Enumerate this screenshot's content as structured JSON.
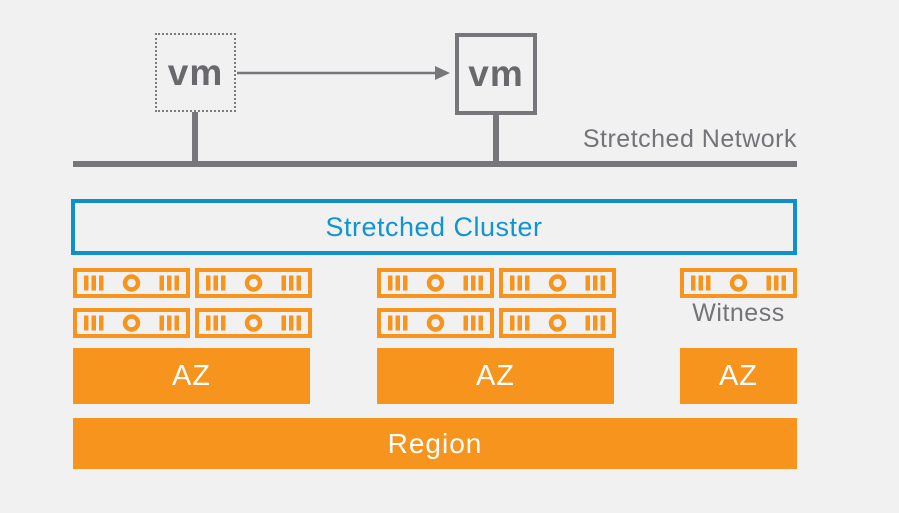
{
  "colors": {
    "background": "#f1f1f2",
    "orange": "#f7941e",
    "blue": "#0e90ca",
    "gray_line": "#76767b",
    "gray_text": "#737378",
    "white_text": "#ffffff"
  },
  "network": {
    "source_vm_label": "vm",
    "target_vm_label": "vm",
    "label": "Stretched Network"
  },
  "cluster": {
    "label": "Stretched Cluster"
  },
  "witness": {
    "label": "Witness"
  },
  "availability_zones": [
    {
      "label": "AZ",
      "server_count": 4
    },
    {
      "label": "AZ",
      "server_count": 4
    },
    {
      "label": "AZ",
      "server_count": 1
    }
  ],
  "region": {
    "label": "Region"
  }
}
